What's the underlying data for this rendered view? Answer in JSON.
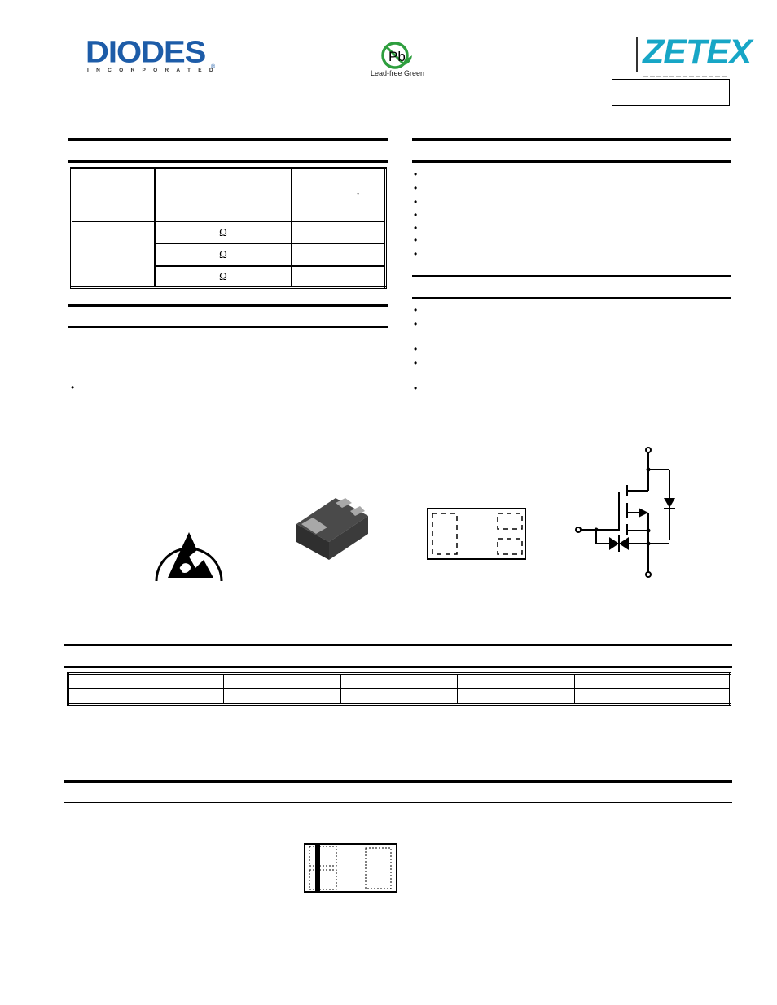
{
  "header": {
    "left_logo": {
      "name": "DIODES",
      "sub": "INCORPORATED",
      "reg": "®",
      "color": "#1d5ca8"
    },
    "center_badge": {
      "symbol": "Pb",
      "label": "Lead-free Green",
      "color": "#2e9e3e"
    },
    "right_logo": {
      "name": "ZETEX",
      "color": "#17a6c6"
    },
    "part_number_box": {
      "text": ""
    }
  },
  "product_summary": {
    "title": "",
    "table": {
      "header": [
        "",
        "",
        ""
      ],
      "header_note": "°",
      "rows": [
        {
          "col1": "",
          "col2_unit": "Ω",
          "col3": ""
        },
        {
          "col1": "",
          "col2_unit": "Ω",
          "col3": ""
        },
        {
          "col1": "",
          "col2_unit": "Ω",
          "col3": ""
        }
      ]
    }
  },
  "description": {
    "title": "",
    "bullets": [
      ""
    ]
  },
  "features": {
    "title": "",
    "bullets": [
      "",
      "",
      "",
      "",
      "",
      "",
      ""
    ]
  },
  "mechanical_data": {
    "title": "",
    "bullets": [
      "",
      "",
      "",
      "",
      ""
    ]
  },
  "figures": {
    "esd_icon": "esd-warning-icon",
    "package_3d": "package-render",
    "pinout_top_view": "pinout-diagram",
    "schematic": "mosfet-schematic"
  },
  "ordering_information": {
    "title": "",
    "columns": [
      "",
      "",
      "",
      "",
      ""
    ],
    "rows": [
      [
        "",
        "",
        "",
        "",
        ""
      ]
    ]
  },
  "marking_information": {
    "title": "",
    "diagram": "marking-diagram"
  }
}
